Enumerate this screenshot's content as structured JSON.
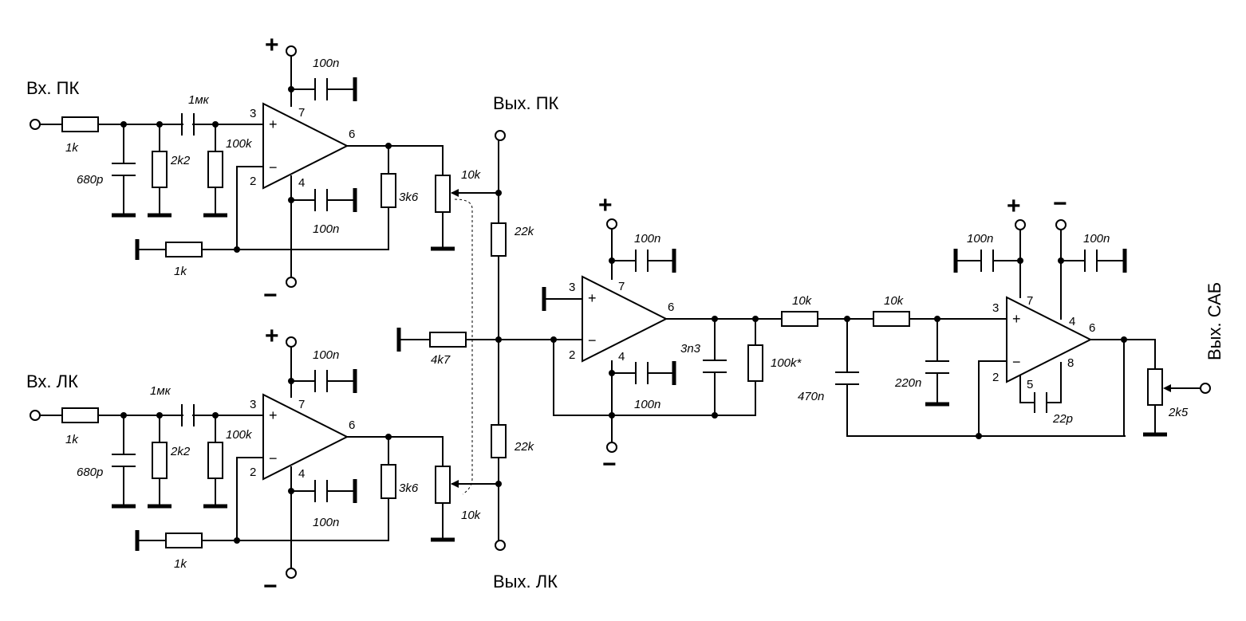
{
  "labels": {
    "in_right": "Вх. ПК",
    "in_left": "Вх. ЛК",
    "out_right": "Вых. ПК",
    "out_left": "Вых. ЛК",
    "out_sub": "Вых. САБ"
  },
  "signs": {
    "plus": "+",
    "minus": "−"
  },
  "pins": {
    "p2": "2",
    "p3": "3",
    "p4": "4",
    "p5": "5",
    "p6": "6",
    "p7": "7",
    "p8": "8"
  },
  "values": {
    "r1k": "1k",
    "c1mk": "1мк",
    "c680p": "680p",
    "r2k2": "2k2",
    "r100k": "100k",
    "c100n": "100n",
    "r3k6": "3k6",
    "r10k": "10k",
    "r22k": "22k",
    "r4k7": "4k7",
    "c3n3": "3n3",
    "r100k_star": "100k*",
    "c470n": "470n",
    "c220n": "220n",
    "c22p": "22p",
    "r2k5": "2k5"
  }
}
